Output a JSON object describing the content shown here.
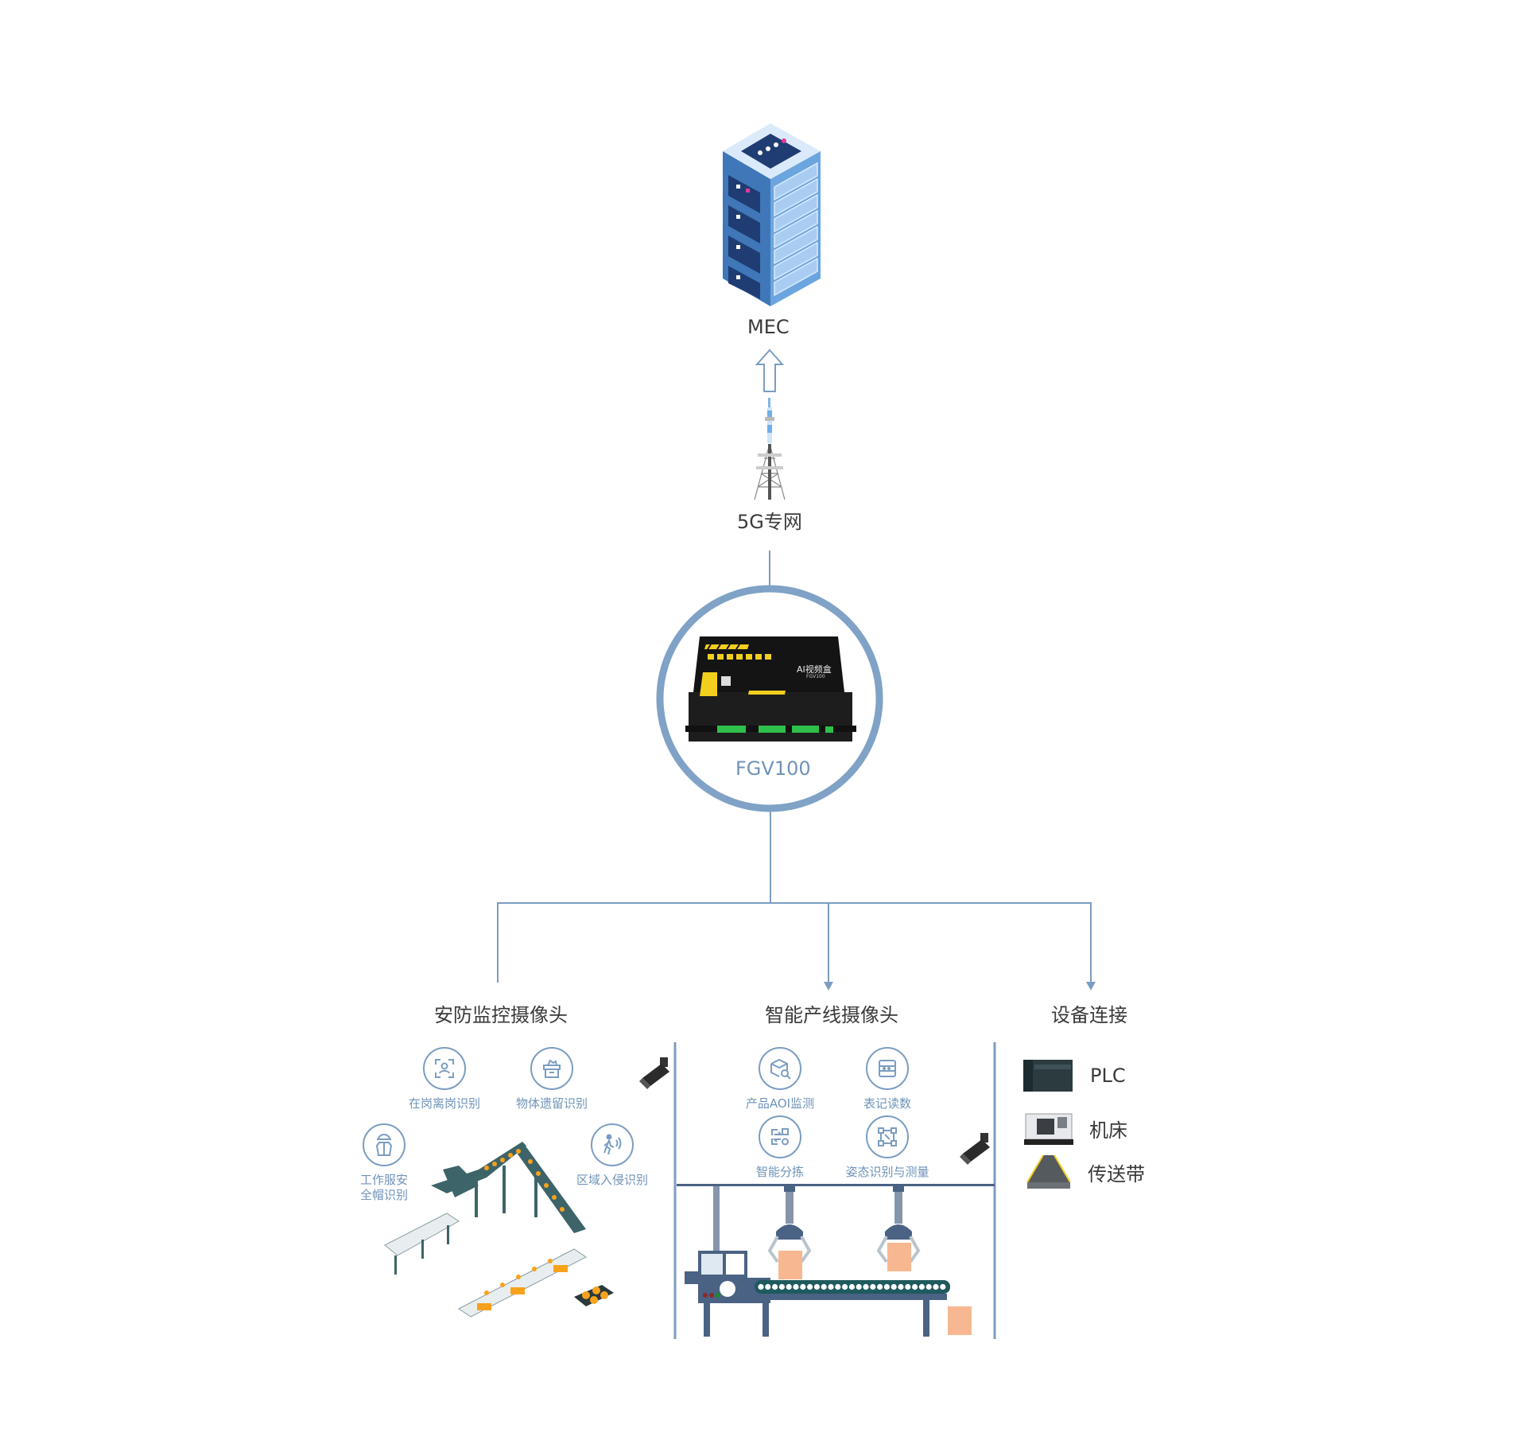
{
  "colors": {
    "line": "#7b9dc1",
    "ring": "#7fa2c6",
    "label_blue": "#6f93b8",
    "text_dark": "#3a3a3a",
    "server_blue": "#3f77b8",
    "box_orange": "#f7b891",
    "machine_navy": "#4a6283",
    "conveyor_teal": "#3d6468"
  },
  "mec": {
    "label": "MEC",
    "icon": "server-rack-icon"
  },
  "network": {
    "label": "5G专网",
    "icon": "cell-tower-icon"
  },
  "gateway": {
    "label": "FGV100",
    "device_text": "AI视频盒",
    "device_model": "FGV100",
    "icon": "ai-video-box-device"
  },
  "branches": [
    {
      "title": "安防监控摄像头",
      "features": [
        {
          "label": "在岗离岗识别",
          "icon": "face-scan-icon"
        },
        {
          "label": "物体遗留识别",
          "icon": "box-icon"
        },
        {
          "label": "工作服安全帽识别",
          "label_lines": [
            "工作服安",
            "全帽识别"
          ],
          "icon": "helmet-worker-icon"
        },
        {
          "label": "区域入侵识别",
          "icon": "intrusion-walker-icon"
        }
      ],
      "scene": "factory-conveyor-illustration"
    },
    {
      "title": "智能产线摄像头",
      "features": [
        {
          "label": "产品AOI监测",
          "icon": "product-inspect-icon"
        },
        {
          "label": "表记读数",
          "icon": "meter-reading-icon"
        },
        {
          "label": "智能分拣",
          "icon": "sorting-icon"
        },
        {
          "label": "姿态识别与测量",
          "icon": "pose-measure-icon"
        }
      ],
      "scene": "production-line-illustration"
    },
    {
      "title": "设备连接",
      "devices": [
        {
          "label": "PLC",
          "icon": "plc-icon"
        },
        {
          "label": "机床",
          "icon": "machine-tool-icon"
        },
        {
          "label": "传送带",
          "icon": "conveyor-belt-icon"
        }
      ]
    }
  ]
}
